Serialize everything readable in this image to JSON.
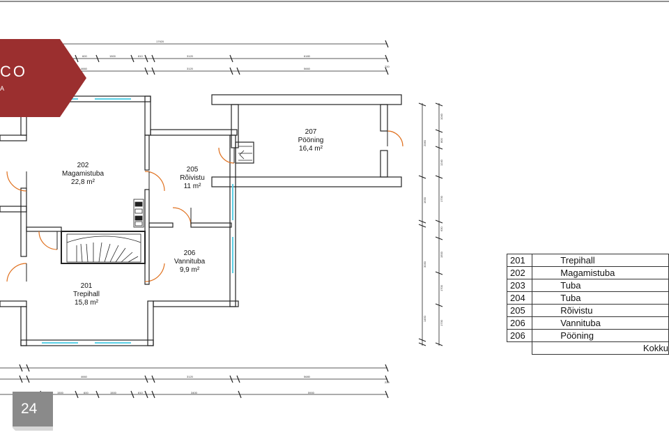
{
  "rooms": [
    {
      "number": "202",
      "name": "Magamistuba",
      "area": "22,8 m²"
    },
    {
      "number": "205",
      "name": "Rõivistu",
      "area": "11 m²"
    },
    {
      "number": "207",
      "name": "Pööning",
      "area": "16,4 m²"
    },
    {
      "number": "206",
      "name": "Vannituba",
      "area": "9,9 m²"
    },
    {
      "number": "201",
      "name": "Trepihall",
      "area": "15,8 m²"
    }
  ],
  "legend": [
    {
      "number": "201",
      "name": "Trepihall"
    },
    {
      "number": "202",
      "name": "Magamistuba"
    },
    {
      "number": "203",
      "name": "Tuba"
    },
    {
      "number": "204",
      "name": "Tuba"
    },
    {
      "number": "205",
      "name": "Rõivistu"
    },
    {
      "number": "206",
      "name": "Vannituba"
    },
    {
      "number": "206",
      "name": "Pööning"
    }
  ],
  "legend_total": "Kokku",
  "dimensions": {
    "top_total": "17920",
    "top_row1": [
      "600",
      "1500",
      "810",
      "3120",
      "6180"
    ],
    "top_row2": [
      "4660",
      "3120",
      "5660",
      "220"
    ],
    "bottom_row1": [
      "4660",
      "3120",
      "5680",
      "220"
    ],
    "bottom_row2": [
      "1500",
      "600",
      "1500",
      "810",
      "3400",
      "5900"
    ],
    "right_col1": [
      "2060",
      "1630",
      "3030",
      "1450"
    ],
    "right_col2": [
      "1040",
      "800",
      "1240",
      "1730",
      "630",
      "1500",
      "1700",
      "1730"
    ]
  },
  "brand": {
    "text": "CO",
    "subtext": "A",
    "color": "#9b2f2f"
  },
  "page_number": "24"
}
